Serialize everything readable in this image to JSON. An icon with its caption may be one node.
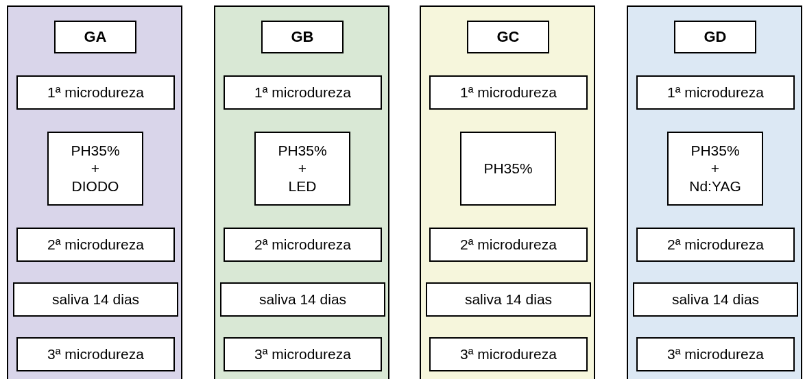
{
  "diagram": {
    "nodes": [
      {
        "text": [],
        "shape": "box"
      },
      {
        "text": [
          "GA"
        ],
        "in": 0
      },
      {
        "text": [
          "1ª microdureza"
        ],
        "in": 0
      },
      {
        "text": [
          "PH35% + DIODO"
        ],
        "in": 0
      },
      {
        "text": [
          "2ª microdureza"
        ],
        "in": 0
      },
      {
        "text": [
          "saliva 14 dias"
        ],
        "in": 0
      },
      {
        "text": [
          "3ª microdureza"
        ],
        "in": 0
      },
      {
        "text": [],
        "shape": "box"
      },
      {
        "text": [
          "GB"
        ],
        "in": 7
      },
      {
        "text": [
          "1ª microdureza"
        ],
        "in": 7
      },
      {
        "text": [
          "PH35% + LED"
        ],
        "in": 7
      },
      {
        "text": [
          "2ª microdureza"
        ],
        "in": 7
      },
      {
        "text": [
          "saliva 14 dias"
        ],
        "in": 7
      },
      {
        "text": [
          "3ª microdureza"
        ],
        "in": 7
      },
      {
        "text": [],
        "shape": "box"
      },
      {
        "text": [
          "GC"
        ],
        "in": 14
      },
      {
        "text": [
          "1ª microdureza"
        ],
        "in": 14
      },
      {
        "text": [
          "PH35%"
        ],
        "in": 14
      },
      {
        "text": [
          "2ª microdureza"
        ],
        "in": 14
      },
      {
        "text": [
          "saliva 14 dias"
        ],
        "in": 14
      },
      {
        "text": [
          "3ª microdureza"
        ],
        "in": 14
      },
      {
        "text": [],
        "shape": "box"
      },
      {
        "text": [
          "GD"
        ],
        "in": 21
      },
      {
        "text": [
          "1ª microdureza"
        ],
        "in": 21
      },
      {
        "text": [
          "PH35% + Nd:YAG"
        ],
        "in": 21
      },
      {
        "text": [
          "2ª microdureza"
        ],
        "in": 21
      },
      {
        "text": [
          "saliva 14 dias"
        ],
        "in": 21
      },
      {
        "text": [
          "3ª microdureza"
        ],
        "in": 21
      }
    ]
  }
}
